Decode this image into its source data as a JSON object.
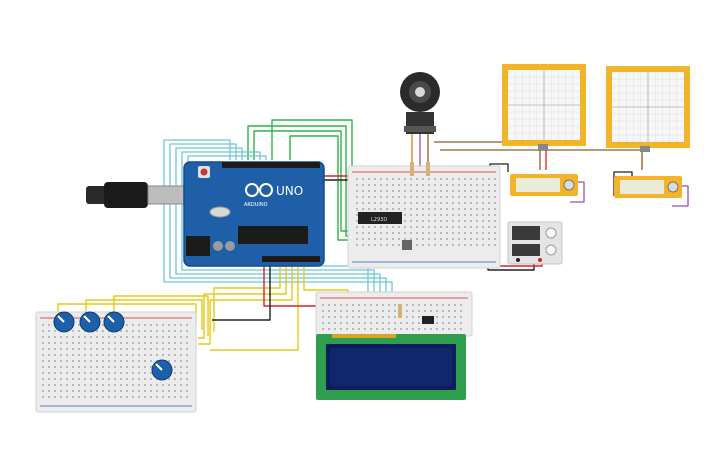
{
  "components": {
    "arduino": {
      "model_label": "UNO",
      "brand_label": "ARDUINO"
    },
    "ic_chip": {
      "label": "L293D"
    }
  },
  "colors": {
    "wire_green": "#2eb34a",
    "wire_cyan": "#6ec6d6",
    "wire_yellow": "#e8c81a",
    "wire_red": "#d8232a",
    "wire_black": "#222222",
    "wire_orange": "#e07a1f",
    "wire_purple": "#9b4fb0",
    "wire_brown": "#8a5a2b",
    "arduino_blue": "#1f5fa8",
    "breadboard": "#ececec",
    "lcd_board": "#2e9e4e",
    "lcd_screen": "#0b1d5a",
    "panel_frame": "#f2b42a",
    "pot_blue": "#1d5fa8"
  }
}
